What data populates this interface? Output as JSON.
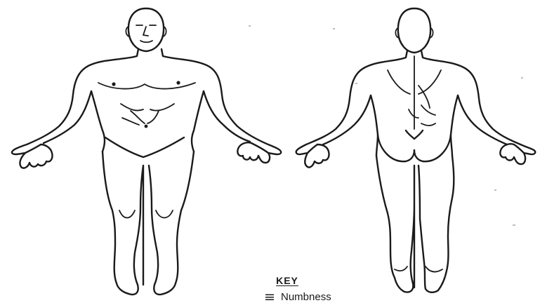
{
  "key": {
    "title": "KEY",
    "items": [
      {
        "symbol": "hatched-square",
        "label": "Numbness"
      }
    ]
  },
  "colors": {
    "ink": "#1a1a1a",
    "background": "#ffffff"
  }
}
